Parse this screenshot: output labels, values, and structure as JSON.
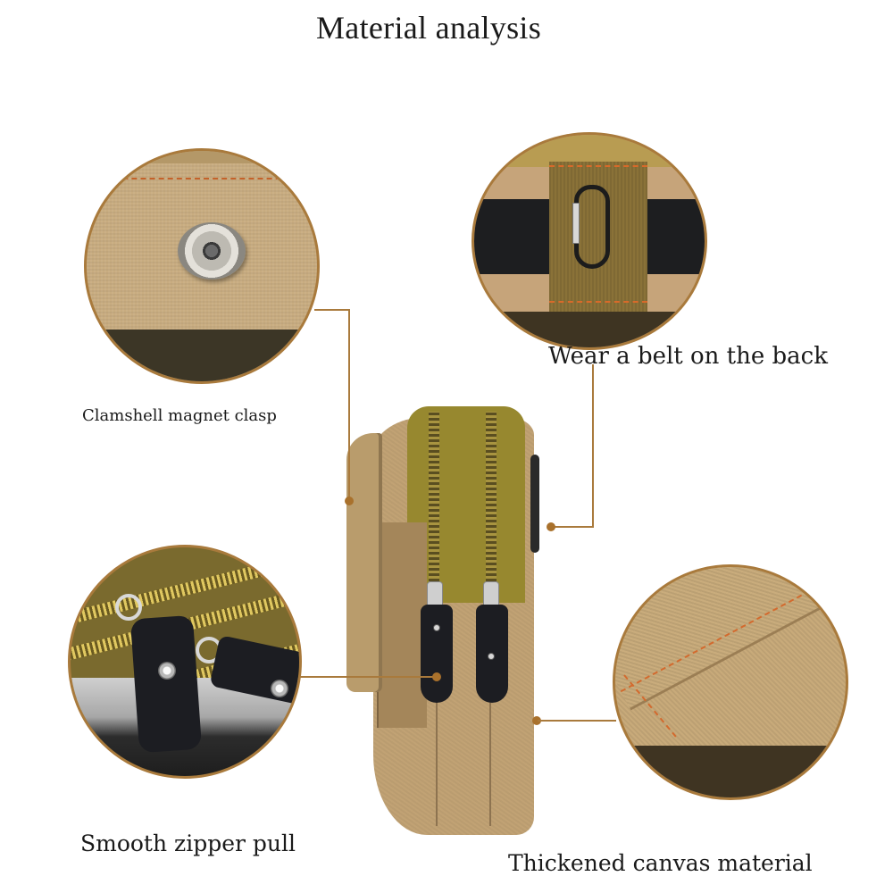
{
  "title": "Material analysis",
  "callouts": [
    {
      "id": "clasp",
      "label": "Clamshell magnet clasp",
      "icon": "snap-button-closeup"
    },
    {
      "id": "belt",
      "label": "Wear a belt on the back",
      "icon": "belt-loop-carabiner-closeup"
    },
    {
      "id": "zipper",
      "label": "Smooth zipper pull",
      "icon": "zipper-pull-closeup"
    },
    {
      "id": "canvas",
      "label": "Thickened canvas material",
      "icon": "canvas-texture-closeup"
    }
  ],
  "product": {
    "name": "canvas waist pouch",
    "view": "side view"
  },
  "colors": {
    "accent_line": "#a97a3c",
    "canvas": "#c8aa7a",
    "olive_top": "#97882f",
    "dark_band": "#3c3626",
    "text": "#1a1a1a"
  }
}
